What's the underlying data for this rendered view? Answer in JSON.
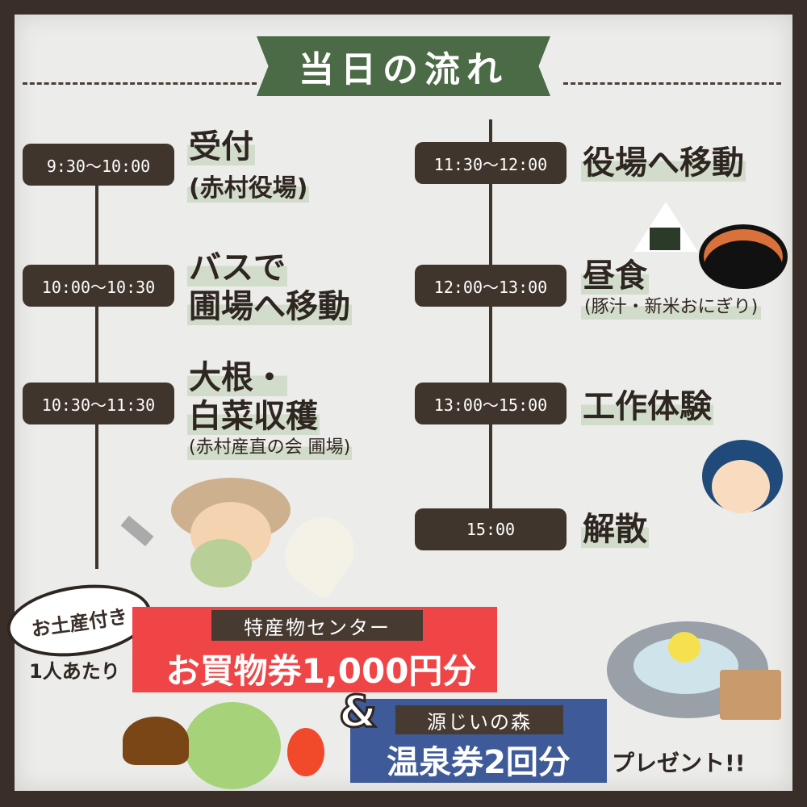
{
  "title": "当日の流れ",
  "schedule_left": [
    {
      "time": "9:30〜10:00",
      "label": "受付",
      "sub": "(赤村役場)"
    },
    {
      "time": "10:00〜10:30",
      "label": "バスで",
      "label2": "圃場へ移動"
    },
    {
      "time": "10:30〜11:30",
      "label": "大根・",
      "label2": "白菜収穫",
      "sub": "(赤村産直の会 圃場)"
    }
  ],
  "schedule_right": [
    {
      "time": "11:30〜12:00",
      "label": "役場へ移動"
    },
    {
      "time": "12:00〜13:00",
      "label": "昼食",
      "sub": "(豚汁・新米おにぎり)"
    },
    {
      "time": "13:00〜15:00",
      "label": "工作体験"
    },
    {
      "time": "15:00",
      "label": "解散"
    }
  ],
  "gift": {
    "bubble": "お土産付き",
    "per_person": "1人あたり",
    "ticket1_tag": "特産物センター",
    "ticket1": "お買物券1,000円分",
    "amp": "&",
    "ticket2_tag": "源じいの森",
    "ticket2": "温泉券2回分",
    "present": "プレゼント!!",
    "ticket1_color": "#ef4547",
    "ticket2_color": "#3f5a98"
  },
  "colors": {
    "banner": "#4b6a46",
    "pill": "#3f352c",
    "highlight": "#d2dccb"
  }
}
